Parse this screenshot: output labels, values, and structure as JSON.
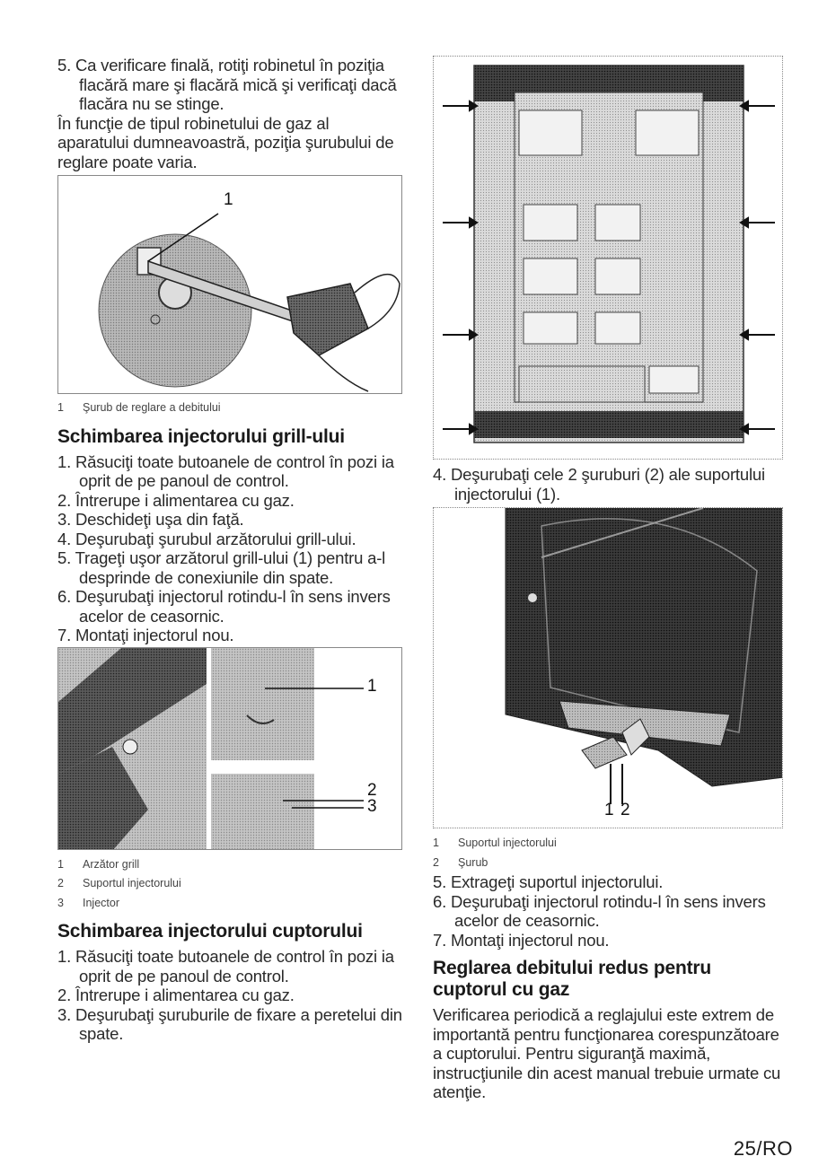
{
  "left": {
    "intro_steps": [
      "5. Ca verificare finală, rotiţi robinetul în poziţia flacără mare şi flacără mică şi verificaţi dacă flacăra nu se stinge."
    ],
    "intro_para": "În funcţie de tipul robinetului de gaz al aparatului dumneavoastră, poziţia şurubului de reglare poate varia.",
    "fig1": {
      "callout": "1"
    },
    "fig1_legend": [
      {
        "n": "1",
        "text": "Şurub de reglare a debitului"
      }
    ],
    "grill_heading": "Schimbarea injectorului grill-ului",
    "grill_steps": [
      "1. Răsuciţi toate butoanele de control în pozi ia oprit de pe panoul de control.",
      "2. Întrerupe i alimentarea cu gaz.",
      "3. Deschideţi uşa din faţă.",
      "4. Deşurubaţi şurubul arzătorului grill-ului.",
      "5. Trageţi uşor arzătorul grill-ului (1) pentru a-l desprinde de conexiunile din spate.",
      "6. Deşurubaţi injectorul rotindu-l în sens invers acelor de ceasornic.",
      "7. Montaţi injectorul nou."
    ],
    "fig2": {
      "callouts": [
        "1",
        "2",
        "3"
      ]
    },
    "fig2_legend": [
      {
        "n": "1",
        "text": "Arzător grill"
      },
      {
        "n": "2",
        "text": "Suportul injectorului"
      },
      {
        "n": "3",
        "text": "Injector"
      }
    ],
    "oven_heading": "Schimbarea injectorului cuptorului",
    "oven_steps": [
      "1. Răsuciţi toate butoanele de control în pozi ia oprit de pe panoul de control.",
      "2. Întrerupe i alimentarea cu gaz.",
      "3. Deşurubaţi şuruburile de fixare a peretelui din spate."
    ]
  },
  "right": {
    "steps_a": [
      "4. Deşurubaţi cele 2 şuruburi (2) ale suportului injectorului (1)."
    ],
    "fig4": {
      "callouts": [
        "1",
        "2"
      ]
    },
    "fig4_legend": [
      {
        "n": "1",
        "text": "Suportul injectorului"
      },
      {
        "n": "2",
        "text": "Şurub"
      }
    ],
    "steps_b": [
      "5. Extrageţi suportul injectorului.",
      "6. Deşurubaţi injectorul rotindu-l în sens invers acelor de ceasornic.",
      "7. Montaţi injectorul nou."
    ],
    "heading": "Reglarea debitului redus pentru cuptorul cu gaz",
    "para": "Verificarea periodică a reglajului este extrem de importantă pentru funcţionarea corespunzătoare a cuptorului. Pentru siguranţă maximă, instrucţiunile din acest manual trebuie urmate cu atenţie."
  },
  "page_number": "25/RO"
}
